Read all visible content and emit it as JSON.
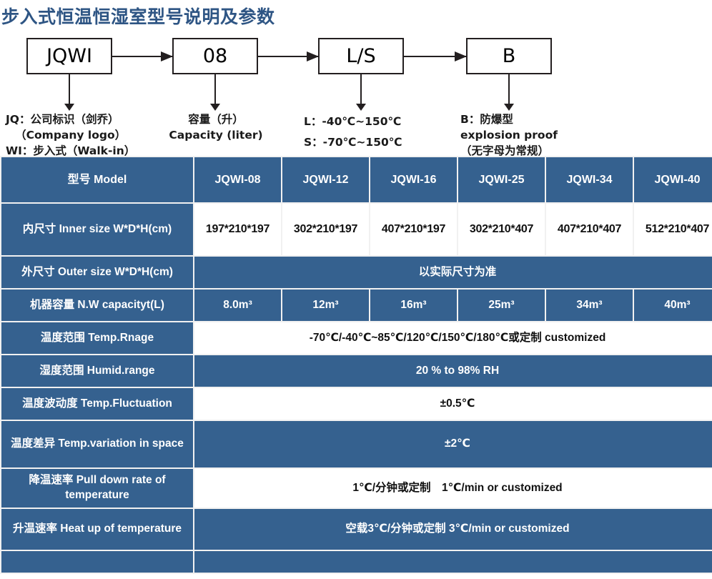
{
  "title": "步入式恒温恒湿室型号说明及参数",
  "theme": {
    "header_blue": "#35618f",
    "title_blue": "#2e5584",
    "gridline": "#f1f1f1"
  },
  "diagram": {
    "boxes": [
      {
        "label": "JQWI"
      },
      {
        "label": "08"
      },
      {
        "label": "L/S"
      },
      {
        "label": "B"
      }
    ],
    "captions": [
      {
        "lines": [
          "JQ：公司标识（剑乔）",
          "（Company logo）",
          "WI：步入式（Walk-in）"
        ],
        "align": "left"
      },
      {
        "lines": [
          "容量（升）",
          "Capacity (liter)"
        ],
        "align": "center"
      },
      {
        "lines": [
          "L：-40℃~150℃",
          "S：-70℃~150℃"
        ],
        "align": "left"
      },
      {
        "lines": [
          "B：防爆型",
          "explosion proof",
          "（无字母为常规）"
        ],
        "align": "left"
      }
    ]
  },
  "table": {
    "columns": [
      "型号 Model",
      "JQWI-08",
      "JQWI-12",
      "JQWI-16",
      "JQWI-25",
      "JQWI-34",
      "JQWI-40"
    ],
    "rows": [
      {
        "head": "内尺寸 Inner size W*D*H(cm)",
        "head_style": "blue",
        "cells": [
          "197*210*197",
          "302*210*197",
          "407*210*197",
          "302*210*407",
          "407*210*407",
          "512*210*407"
        ],
        "cell_style": "white",
        "span": false
      },
      {
        "head": "外尺寸 Outer size W*D*H(cm)",
        "head_style": "blue",
        "value": "以实际尺寸为准",
        "cell_style": "blue",
        "span": true
      },
      {
        "head": "机器容量 N.W capacityt(L)",
        "head_style": "blue",
        "cells": [
          "8.0m³",
          "12m³",
          "16m³",
          "25m³",
          "34m³",
          "40m³"
        ],
        "cell_style": "blue",
        "span": false
      },
      {
        "head": "温度范围 Temp.Rnage",
        "head_style": "blue",
        "value": "-70℃/-40℃~85℃/120℃/150℃/180℃或定制 customized",
        "cell_style": "white",
        "span": true
      },
      {
        "head": "湿度范围 Humid.range",
        "head_style": "blue",
        "value": "20 % to 98% RH",
        "cell_style": "blue",
        "span": true
      },
      {
        "head": "温度波动度 Temp.Fluctuation",
        "head_style": "blue",
        "value": "±0.5℃",
        "cell_style": "white",
        "span": true
      },
      {
        "head": "温度差异 Temp.variation in space",
        "head_style": "blue",
        "value": "±2℃",
        "cell_style": "blue",
        "span": true
      },
      {
        "head": "降温速率 Pull down rate of temperature",
        "head_style": "blue",
        "value": "1℃/分钟或定制　1℃/min or customized",
        "cell_style": "white",
        "span": true
      },
      {
        "head": "升温速率 Heat up of temperature",
        "head_style": "blue",
        "value": "空载3℃/分钟或定制 3℃/min or customized",
        "cell_style": "blue",
        "span": true
      },
      {
        "head": "",
        "head_style": "blue",
        "value": "",
        "cell_style": "blue",
        "span": true
      }
    ]
  }
}
